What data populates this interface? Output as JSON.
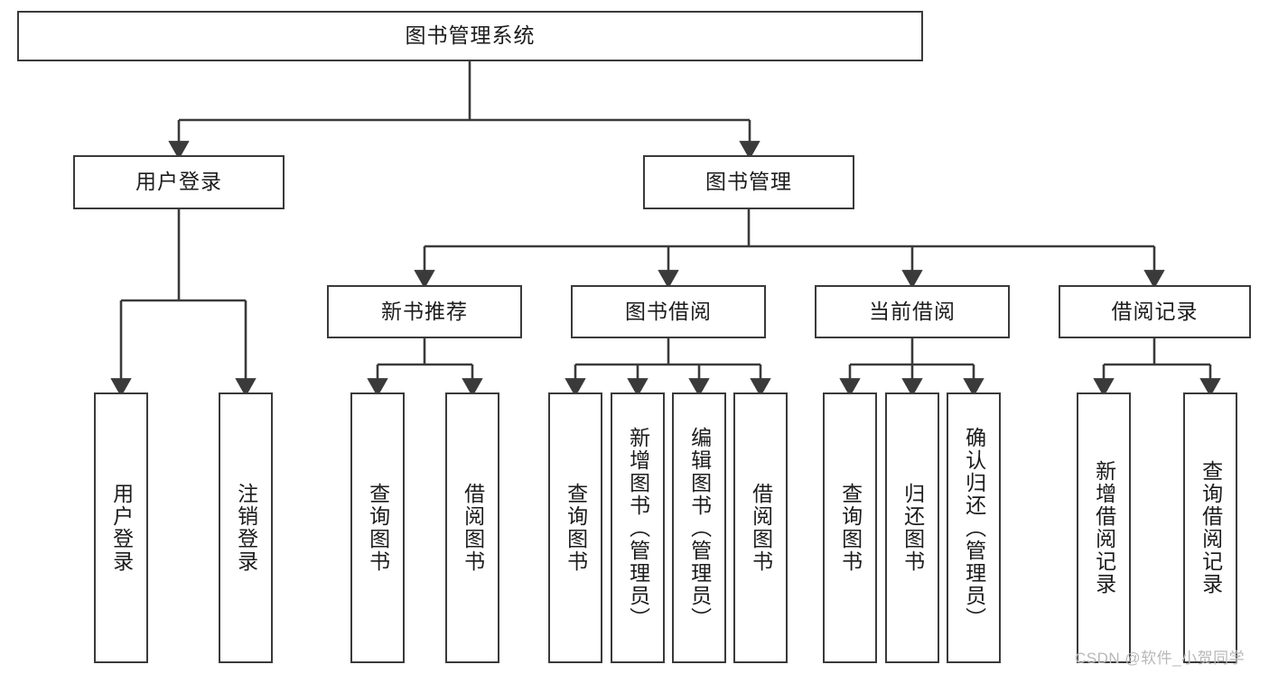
{
  "diagram": {
    "title": "图书管理系统",
    "type": "tree-hierarchy",
    "colors": {
      "box_border": "#3a3a3a",
      "box_fill": "#ffffff",
      "connector": "#3a3a3a",
      "text": "#1c1c1c",
      "watermark": "#b8b8b8",
      "background": "#ffffff"
    }
  },
  "root": {
    "label": "图书管理系统"
  },
  "level2": [
    {
      "label": "用户登录"
    },
    {
      "label": "图书管理"
    }
  ],
  "level3": [
    {
      "label": "新书推荐"
    },
    {
      "label": "图书借阅"
    },
    {
      "label": "当前借阅"
    },
    {
      "label": "借阅记录"
    }
  ],
  "leaves": {
    "user_login": [
      {
        "label": "用户登录"
      },
      {
        "label": "注销登录"
      }
    ],
    "new_book": [
      {
        "label": "查询图书"
      },
      {
        "label": "借阅图书"
      }
    ],
    "book_borrow": [
      {
        "label": "查询图书"
      },
      {
        "label": "新增图书（管理员）"
      },
      {
        "label": "编辑图书（管理员）"
      },
      {
        "label": "借阅图书"
      }
    ],
    "current_borrow": [
      {
        "label": "查询图书"
      },
      {
        "label": "归还图书"
      },
      {
        "label": "确认归还（管理员）"
      }
    ],
    "borrow_record": [
      {
        "label": "新增借阅记录"
      },
      {
        "label": "查询借阅记录"
      }
    ]
  },
  "watermark": {
    "text": "CSDN @软件_小贺同学"
  }
}
